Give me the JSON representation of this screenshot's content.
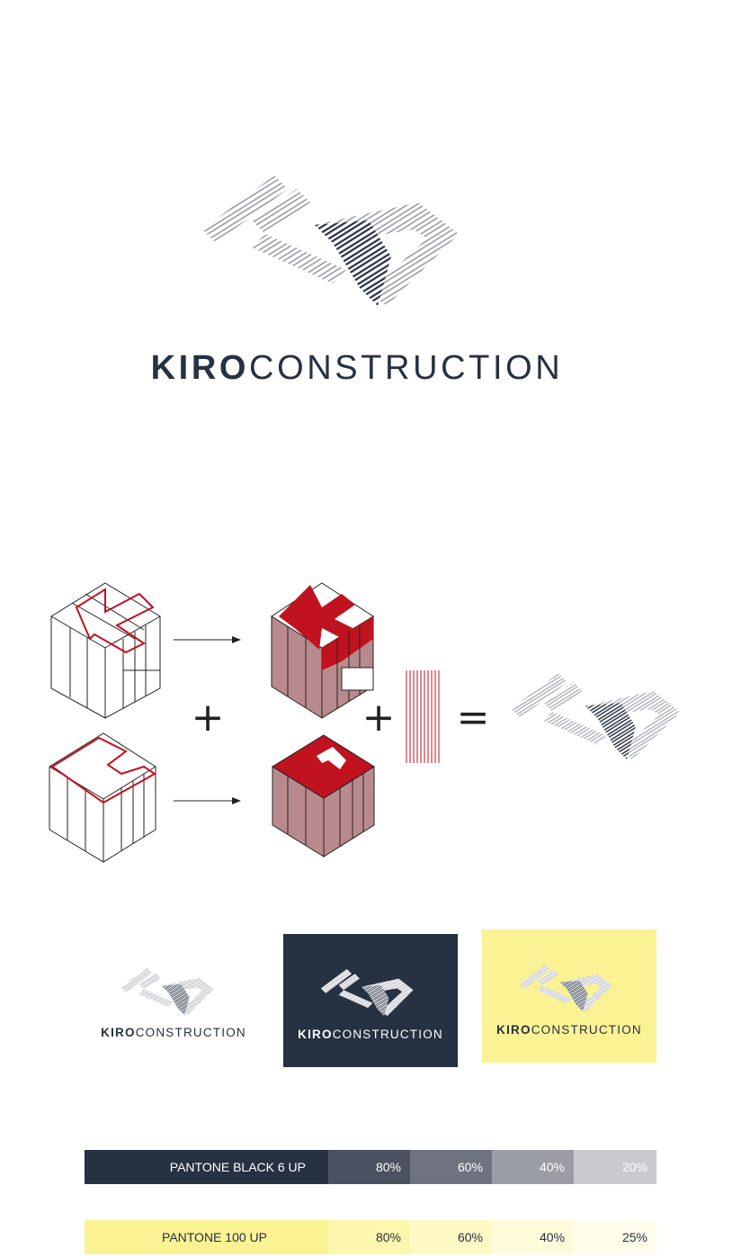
{
  "brand": {
    "name_bold": "KIRO",
    "name_light": "CONSTRUCTION"
  },
  "diagram": {
    "plus": "+",
    "equals": "="
  },
  "swatches": {
    "black": {
      "label": "PANTONE BLACK 6 UP",
      "tints": [
        "80%",
        "60%",
        "40%",
        "20%"
      ],
      "colors": [
        "#263142",
        "#4b5160",
        "#6f7380",
        "#9a9ca6",
        "#c9c9d0"
      ]
    },
    "yellow": {
      "label": "PANTONE 100 UP",
      "tints": [
        "80%",
        "60%",
        "40%",
        "25%"
      ],
      "colors": [
        "#fbf294",
        "#fdf6ad",
        "#fef9c5",
        "#fefbdb",
        "#fffdec"
      ]
    }
  },
  "colors": {
    "navy": "#263142",
    "red": "#c0121f",
    "yellow": "#fbf294"
  }
}
